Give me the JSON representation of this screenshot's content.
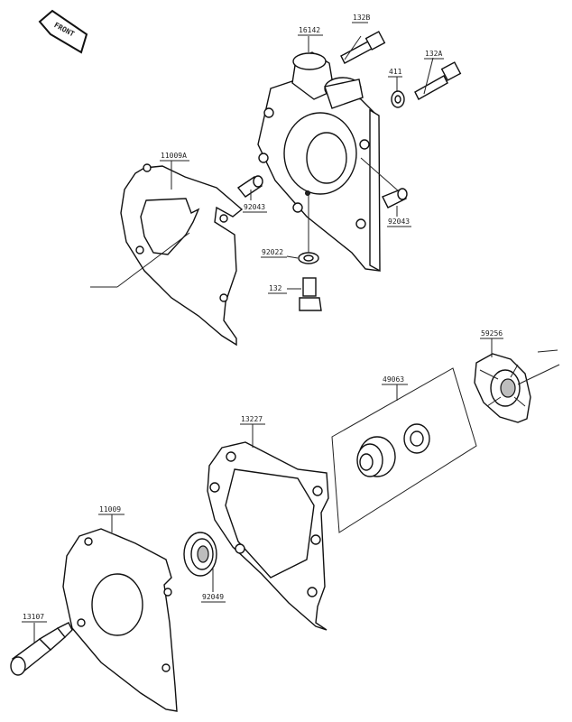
{
  "diagram": {
    "front_label": "FRONT",
    "parts": [
      {
        "id": "p14142",
        "number": "16142"
      },
      {
        "id": "p132b",
        "number": "132B"
      },
      {
        "id": "p411",
        "number": "411"
      },
      {
        "id": "p132a",
        "number": "132A"
      },
      {
        "id": "p11009a",
        "number": "11009A"
      },
      {
        "id": "p92043a",
        "number": "92043"
      },
      {
        "id": "p92043b",
        "number": "92043"
      },
      {
        "id": "p92022",
        "number": "92022"
      },
      {
        "id": "p132",
        "number": "132"
      },
      {
        "id": "p59256",
        "number": "59256"
      },
      {
        "id": "p49063",
        "number": "49063"
      },
      {
        "id": "p13227",
        "number": "13227"
      },
      {
        "id": "p11009",
        "number": "11009"
      },
      {
        "id": "p92049",
        "number": "92049"
      },
      {
        "id": "p13107",
        "number": "13107"
      }
    ]
  }
}
